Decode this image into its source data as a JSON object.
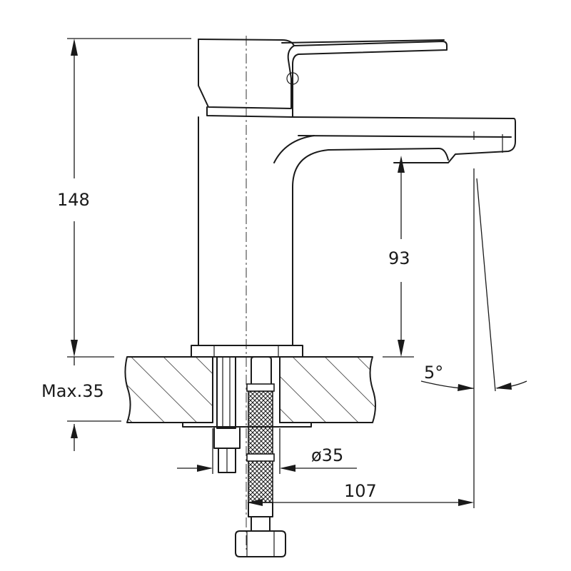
{
  "dimensions": {
    "total_height": "148",
    "spout_height": "93",
    "max_counter_thickness": "Max.35",
    "hole_diameter": "ø35",
    "spout_reach": "107",
    "spout_angle": "5°"
  },
  "colors": {
    "line": "#1a1a1a",
    "background": "#ffffff"
  }
}
